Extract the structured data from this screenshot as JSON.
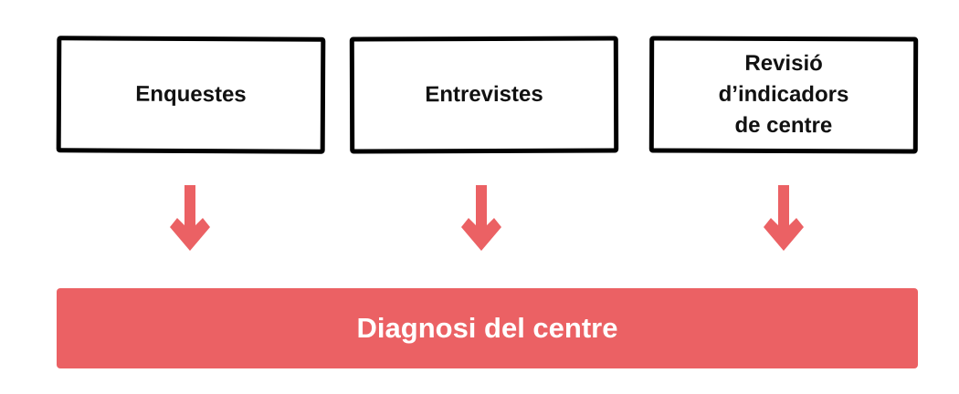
{
  "sources": [
    {
      "label": "Enquestes"
    },
    {
      "label": "Entrevistes"
    },
    {
      "label": "Revisió d’indicadors de centre",
      "lines": [
        "Revisió",
        "d’indicadors",
        "de centre"
      ]
    }
  ],
  "result": {
    "label": "Diagnosi del centre"
  },
  "colors": {
    "accent": "#eb6164",
    "border": "#000000"
  }
}
